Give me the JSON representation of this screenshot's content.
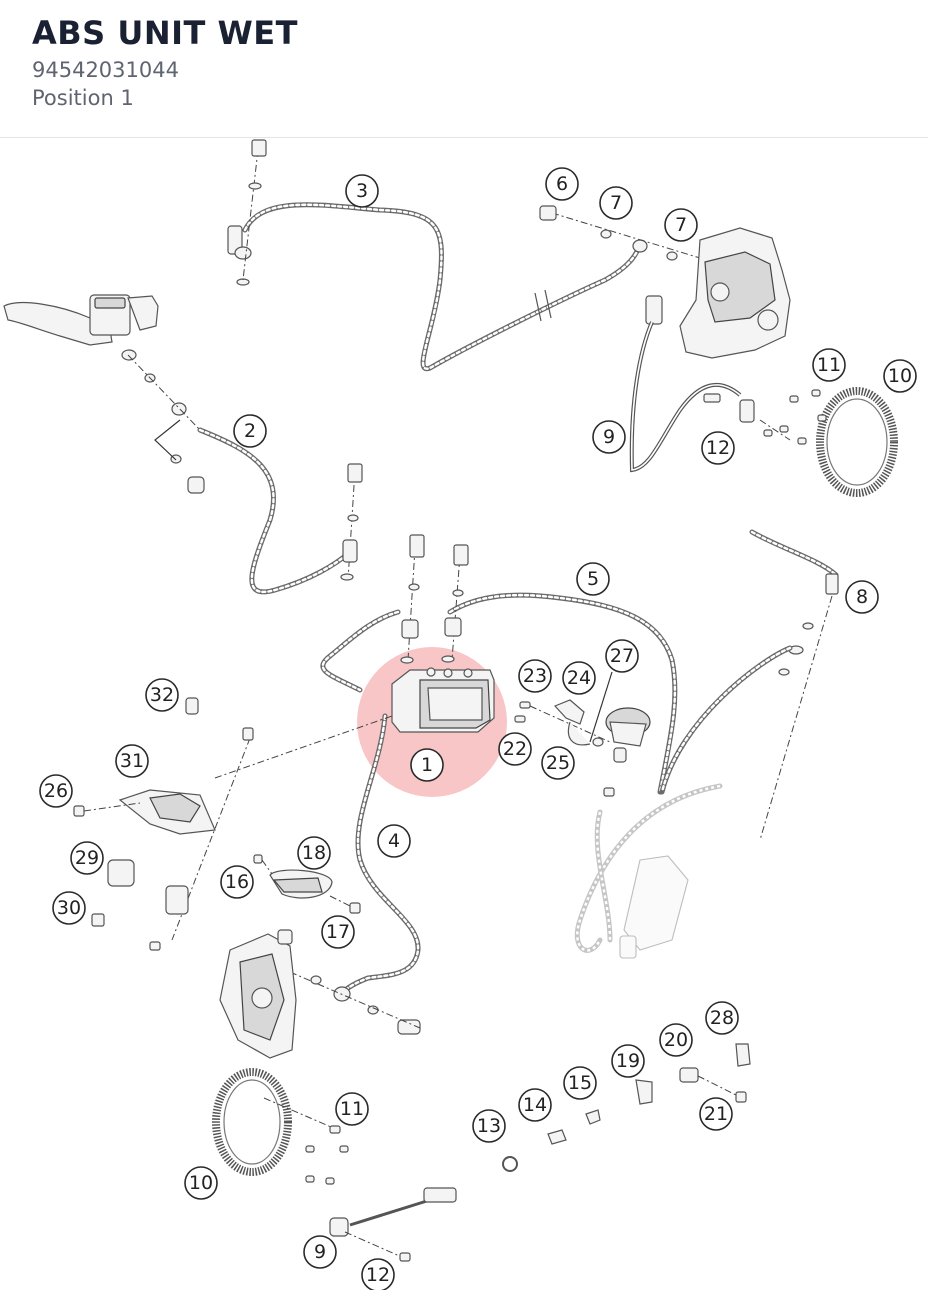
{
  "header": {
    "title": "ABS UNIT WET",
    "part_number": "94542031044",
    "position": "Position 1"
  },
  "highlight": {
    "part": "1",
    "color": "#f08080"
  },
  "callouts": [
    "1",
    "2",
    "3",
    "4",
    "5",
    "6",
    "7",
    "7",
    "8",
    "9",
    "9",
    "10",
    "10",
    "11",
    "11",
    "12",
    "12",
    "13",
    "14",
    "15",
    "16",
    "17",
    "18",
    "19",
    "20",
    "21",
    "22",
    "23",
    "24",
    "25",
    "26",
    "27",
    "28",
    "29",
    "30",
    "31",
    "32"
  ]
}
